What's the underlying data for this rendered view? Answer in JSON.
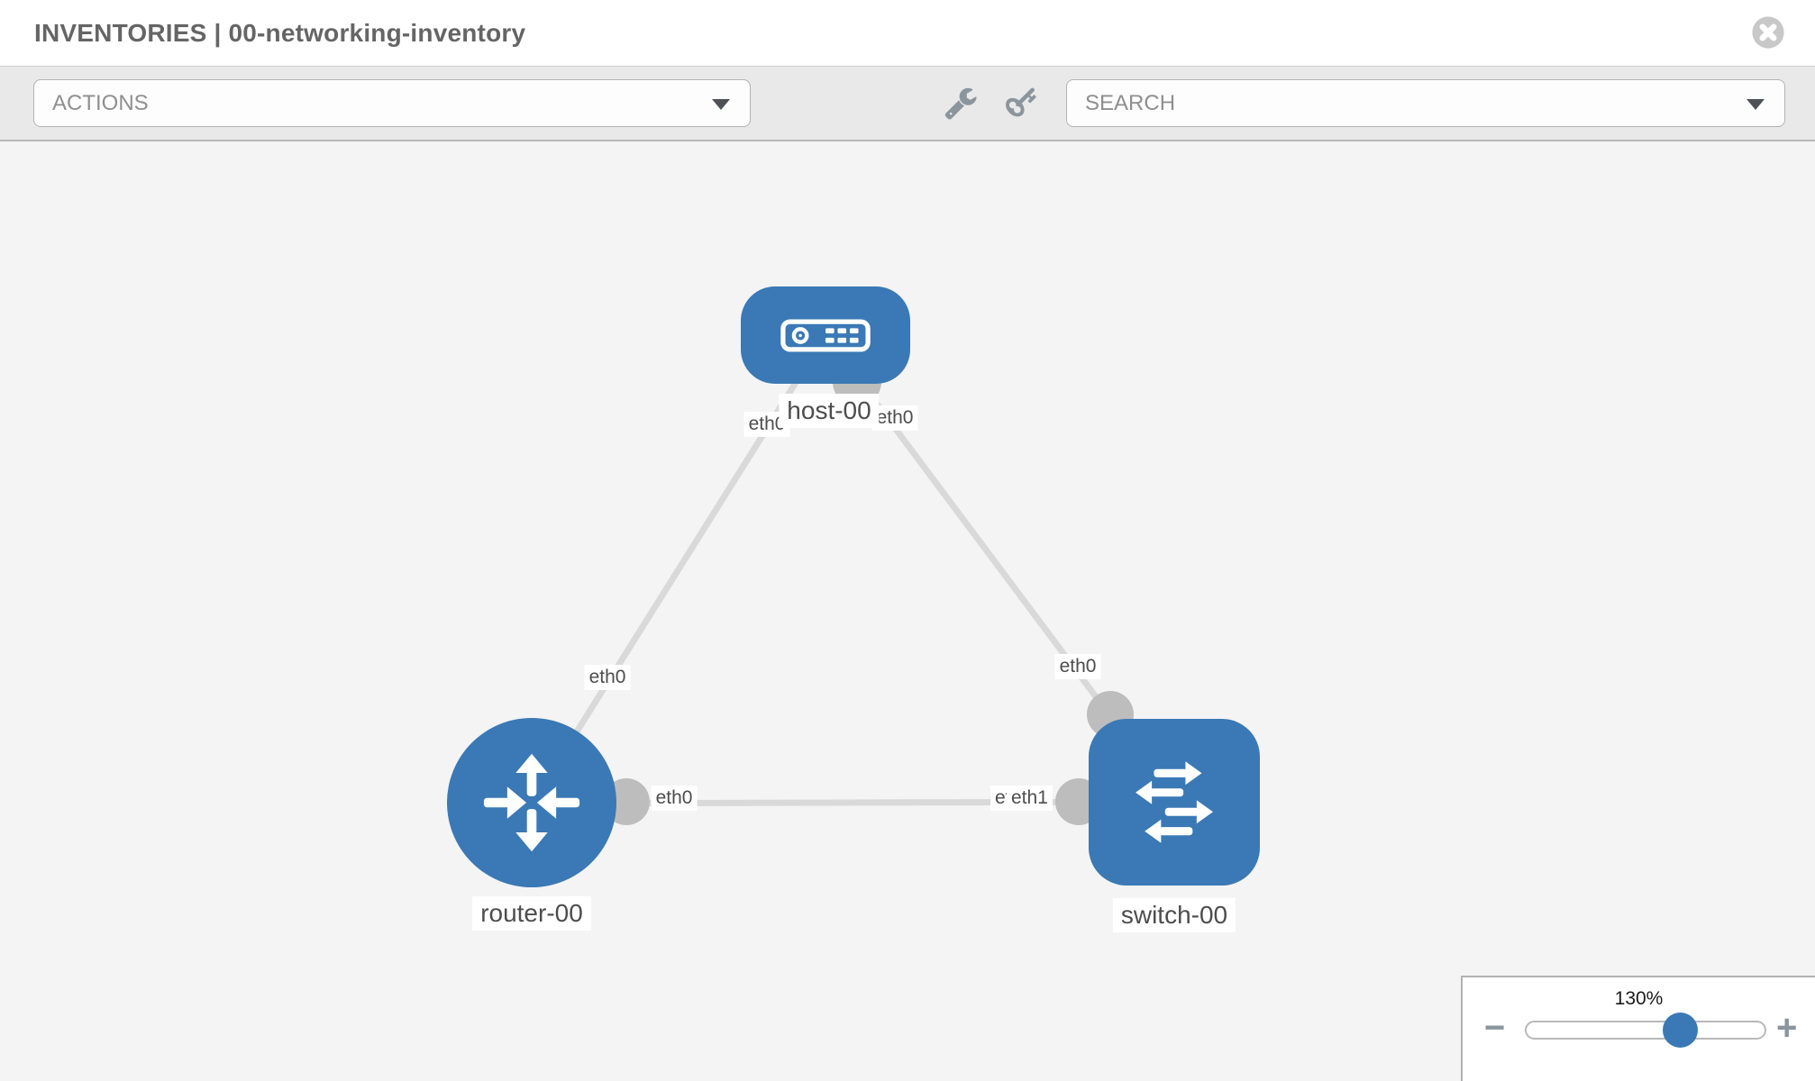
{
  "header": {
    "title": "INVENTORIES | 00-networking-inventory",
    "close_icon": "x-circle-icon"
  },
  "toolbar": {
    "actions_label": "ACTIONS",
    "search_label": "SEARCH",
    "tools": [
      {
        "icon": "wrench-icon"
      },
      {
        "icon": "key-icon"
      }
    ]
  },
  "topology": {
    "nodes": [
      {
        "name": "host-00",
        "type": "host",
        "icon": "server-icon"
      },
      {
        "name": "router-00",
        "type": "router",
        "icon": "router-arrows-icon"
      },
      {
        "name": "switch-00",
        "type": "switch",
        "icon": "switch-arrows-icon"
      }
    ],
    "links": [
      {
        "from": "host-00",
        "to": "router-00",
        "from_interface": "eth0",
        "to_interface": "eth0"
      },
      {
        "from": "host-00",
        "to": "switch-00",
        "from_interface": "eth0",
        "to_interface": "eth0"
      },
      {
        "from": "router-00",
        "to": "switch-00",
        "from_interface": "eth0",
        "to_interface": "eth1"
      }
    ]
  },
  "zoom_control": {
    "level": "130%",
    "decrease_label": "−",
    "increase_label": "+"
  },
  "colors": {
    "node_blue": "#3a79b5",
    "link_gray": "#d9d9d9",
    "port_gray": "#bdbdbd",
    "toolbar_bg": "#e9e9e9",
    "canvas_bg": "#f4f4f4",
    "icon_gray": "#8b959d",
    "title_gray": "#656565"
  }
}
